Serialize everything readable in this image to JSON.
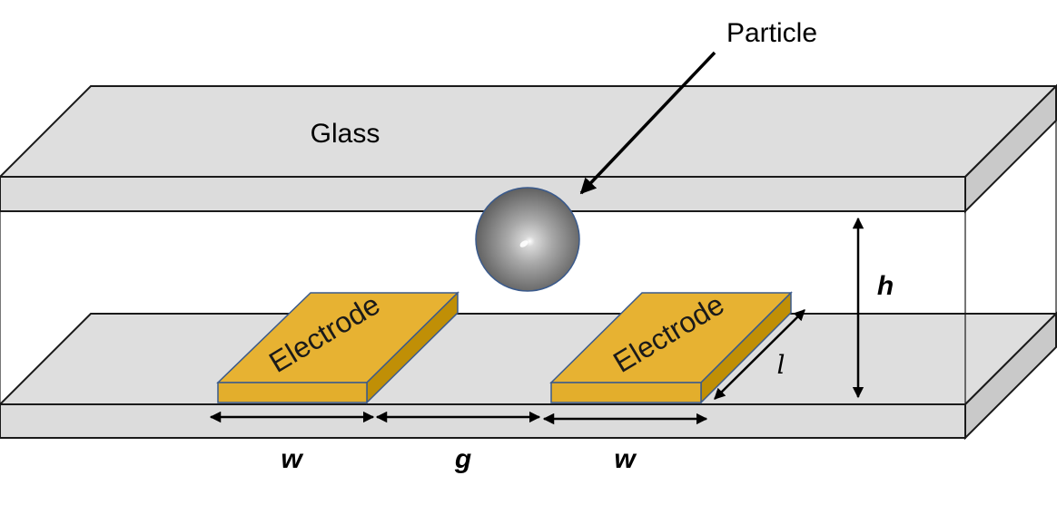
{
  "labels": {
    "particle": "Particle",
    "glass": "Glass",
    "electrode_left": "Electrode",
    "electrode_right": "Electrode",
    "height": "h",
    "length": "l",
    "width_left": "w",
    "gap": "g",
    "width_right": "w"
  },
  "colors": {
    "glass_face": "#dedede",
    "glass_side": "#c9c9c9",
    "electrode_top": "#e7b232",
    "electrode_front": "#e3ae2c",
    "electrode_side": "#c08f06",
    "electrode_edge": "#3a5a8c",
    "outline": "#1a1a1a"
  }
}
